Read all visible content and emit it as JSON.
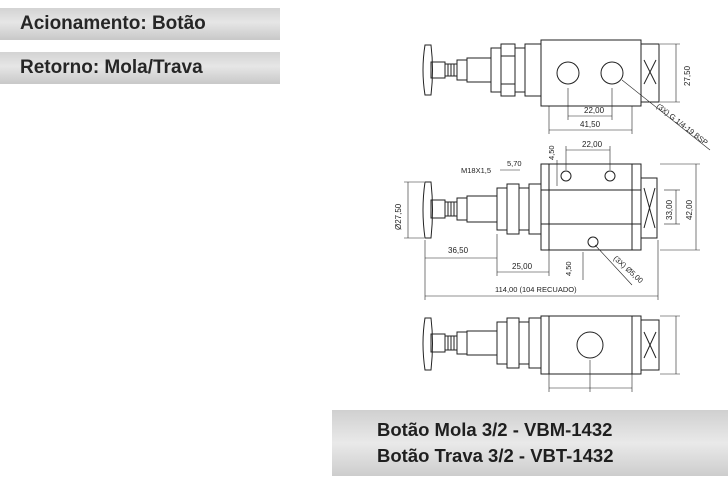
{
  "labels": {
    "actuation": "Acionamento: Botão",
    "return": "Retorno: Mola/Trava"
  },
  "drawing": {
    "top_view": {
      "dim_22": "22,00",
      "dim_41_5": "41,50",
      "dim_27_5": "27,50",
      "port_note": "(3X) G 1/4-19 BSP"
    },
    "front_view": {
      "m18": "M18X1,5",
      "dim_5_7": "5,70",
      "dim_4_5_top": "4,50",
      "dim_22": "22,00",
      "dia_27_5": "Ø27,50",
      "dim_33": "33,00",
      "dim_42": "42,00",
      "dim_36_5": "36,50",
      "dim_25": "25,00",
      "dim_4_5_bottom": "4,50",
      "hole_note": "(3X) Ø5,00",
      "overall": "114,00 (104 RECUADO)"
    }
  },
  "product": {
    "line1": "Botão Mola 3/2 - VBM-1432",
    "line2": "Botão Trava 3/2 - VBT-1432"
  }
}
